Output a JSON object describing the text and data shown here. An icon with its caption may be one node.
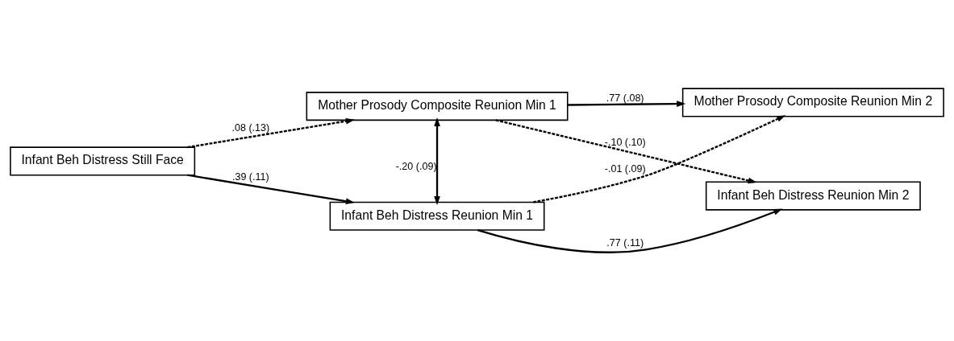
{
  "diagram": {
    "nodes": [
      {
        "text": [
          "Infant Beh Distress Still Face"
        ]
      },
      {
        "text": [
          "Mother Prosody Composite Reunion Min 1"
        ]
      },
      {
        "text": [
          "Infant Beh Distress Reunion Min 1"
        ]
      },
      {
        "text": [
          "Mother Prosody Composite Reunion Min 2"
        ]
      },
      {
        "text": [
          "Infant Beh Distress Reunion Min 2"
        ]
      }
    ],
    "edges": [
      {
        "from": 0,
        "to": 1,
        "arrow": "to",
        "label": ".08 (.13)",
        "style": "dashed"
      },
      {
        "from": 0,
        "to": 2,
        "arrow": "to",
        "label": ".39 (.11)"
      },
      {
        "from": 1,
        "to": 2,
        "arrow": "both",
        "label": "-.20 (.09)"
      },
      {
        "from": 1,
        "to": 3,
        "arrow": "to",
        "label": ".77 (.08)"
      },
      {
        "from": 1,
        "to": 4,
        "arrow": "to",
        "label": "-.10 (.10)",
        "style": "dashed"
      },
      {
        "from": 2,
        "to": 3,
        "arrow": "to",
        "label": "-.01 (.09)",
        "style": "dashed"
      },
      {
        "from": 2,
        "to": 4,
        "arrow": "to",
        "label": ".77 (.11)"
      }
    ]
  }
}
